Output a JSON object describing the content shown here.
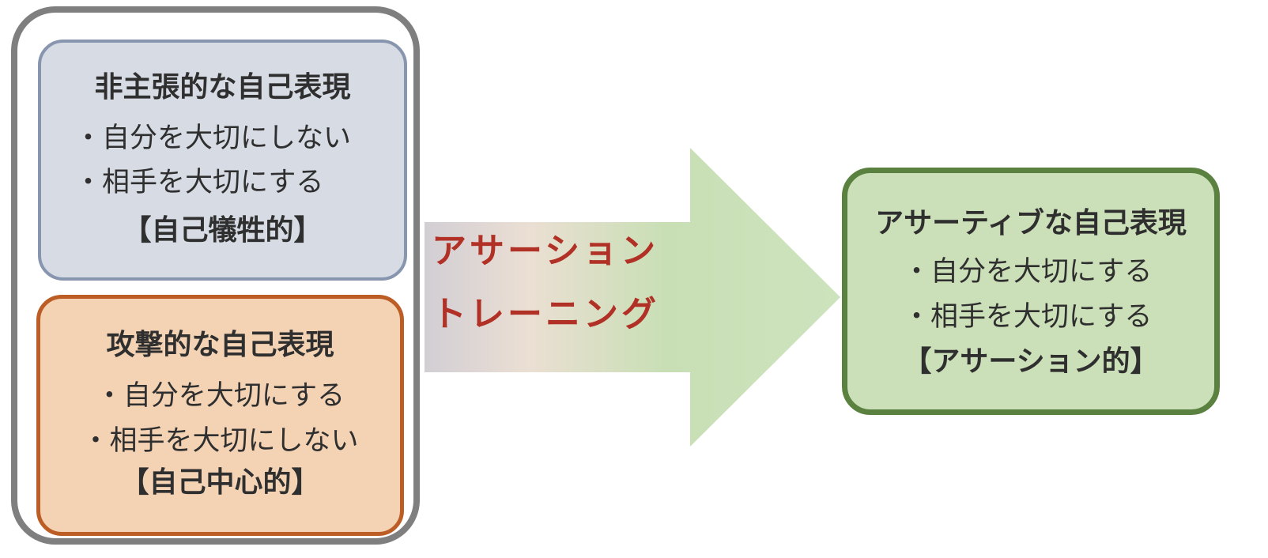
{
  "diagram": {
    "left_group": {
      "border_color": "#7f7f7f",
      "boxes": [
        {
          "title": "非主張的な自己表現",
          "bullets": [
            "・自分を大切にしない",
            "・相手を大切にする"
          ],
          "label": "【自己犠牲的】",
          "fill_color": "#d6dbe4",
          "border_color": "#8795ae"
        },
        {
          "title": "攻撃的な自己表現",
          "bullets": [
            "・自分を大切にする",
            "・相手を大切にしない"
          ],
          "label": "【自己中心的】",
          "fill_color": "#f4d3b5",
          "border_color": "#bb5d24"
        }
      ]
    },
    "arrow": {
      "lines": [
        "アサーション",
        "トレーニング"
      ],
      "text_color": "#b13127",
      "gradient_stops": [
        "#d2ced4",
        "#ebdfd3",
        "#c8dfb5",
        "#cde3bd"
      ]
    },
    "right_box": {
      "title": "アサーティブな自己表現",
      "bullets": [
        "・自分を大切にする",
        "・相手を大切にする"
      ],
      "label": "【アサーション的】",
      "fill_color": "#cbdfb8",
      "border_color": "#5a8140"
    }
  }
}
